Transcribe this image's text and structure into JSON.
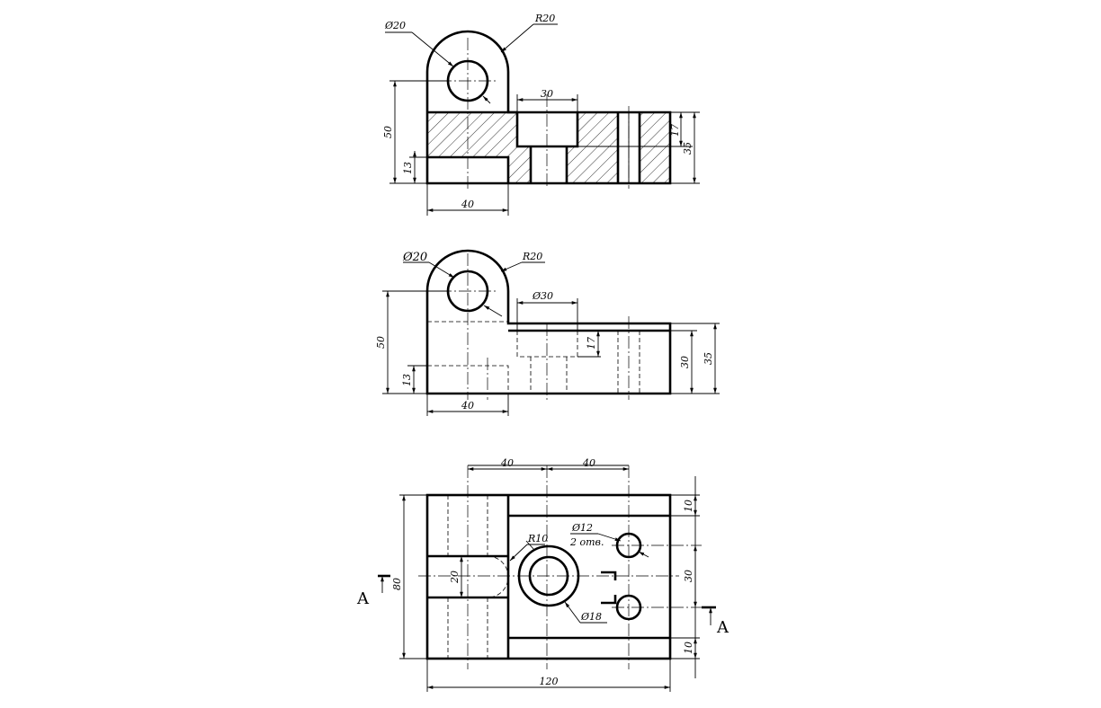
{
  "views": {
    "top_section": {
      "dia_label": "Ø20",
      "radius_label": "R20",
      "dim_30": "30",
      "dim_50": "50",
      "dim_13": "13",
      "dim_40": "40",
      "dim_17": "17",
      "dim_35": "35"
    },
    "front": {
      "dia_label": "Ø20",
      "radius_label": "R20",
      "dia30_label": "Ø30",
      "dim_50": "50",
      "dim_13": "13",
      "dim_40": "40",
      "dim_17": "17",
      "dim_30": "30",
      "dim_35": "35"
    },
    "plan": {
      "dim_40_left": "40",
      "dim_40_right": "40",
      "dim_10_top": "10",
      "dim_30": "30",
      "dim_10_bottom": "10",
      "dim_80": "80",
      "dim_20": "20",
      "dim_120": "120",
      "r10_label": "R10",
      "d12_label": "Ø12",
      "holes_note": "2 отв.",
      "d18_label": "Ø18",
      "section_left": "A",
      "section_right": "A"
    }
  }
}
